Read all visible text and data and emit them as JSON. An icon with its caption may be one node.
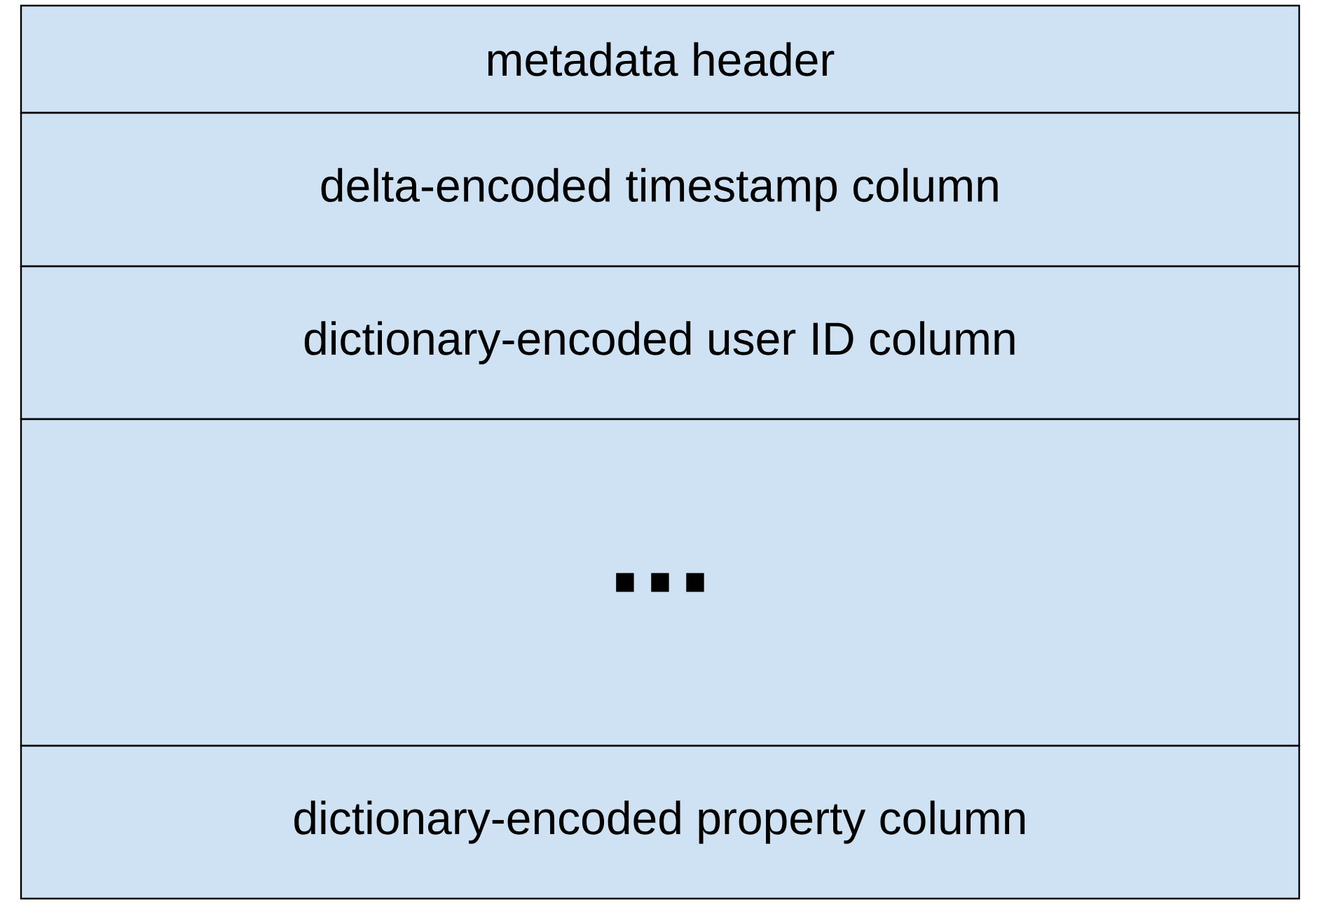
{
  "diagram": {
    "nodes": [
      {
        "text": [
          "metadata header"
        ]
      },
      {
        "text": [
          "delta-encoded timestamp column"
        ]
      },
      {
        "text": [
          "dictionary-encoded user ID column"
        ]
      },
      {
        "text": [
          "..."
        ]
      },
      {
        "text": [
          "dictionary-encoded property column"
        ]
      }
    ]
  }
}
